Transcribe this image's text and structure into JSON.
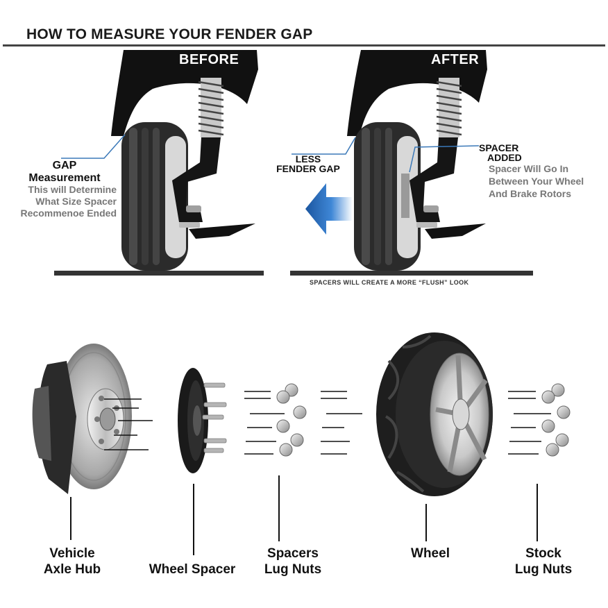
{
  "title": "HOW TO MEASURE YOUR FENDER GAP",
  "before_panel": {
    "tag": "BEFORE",
    "gap_label_line1": "GAP",
    "gap_label_line2": "Measurement",
    "gap_desc_line1": "This will Determine",
    "gap_desc_line2": "What Size Spacer",
    "gap_desc_line3": "Recommenoe Ended"
  },
  "after_panel": {
    "tag": "AFTER",
    "less_gap_line1": "LESS",
    "less_gap_line2": "FENDER GAP",
    "spacer_added_line1": "SPACER",
    "spacer_added_line2": "ADDED",
    "spacer_desc_line1": "Spacer Will Go In",
    "spacer_desc_line2": "Between Your Wheel",
    "spacer_desc_line3": "And Brake Rotors",
    "caption": "SPACERS WILL CREATE A MORE “FLUSH” LOOK"
  },
  "components": {
    "axle_hub_line1": "Vehicle",
    "axle_hub_line2": "Axle Hub",
    "wheel_spacer": "Wheel Spacer",
    "spacer_nuts_line1": "Spacers",
    "spacer_nuts_line2": "Lug Nuts",
    "wheel": "Wheel",
    "stock_nuts_line1": "Stock",
    "stock_nuts_line2": "Lug Nuts"
  },
  "colors": {
    "fender": "#111111",
    "tire": "#2b2b2b",
    "arrow": "#1f5fa8",
    "gap_line": "#3a78b8"
  },
  "icons": [
    "fender-icon",
    "tire-icon",
    "suspension-spring-icon",
    "arrow-left-icon",
    "brake-rotor-icon",
    "wheel-spacer-icon",
    "lug-nut-icon",
    "wheel-icon"
  ]
}
